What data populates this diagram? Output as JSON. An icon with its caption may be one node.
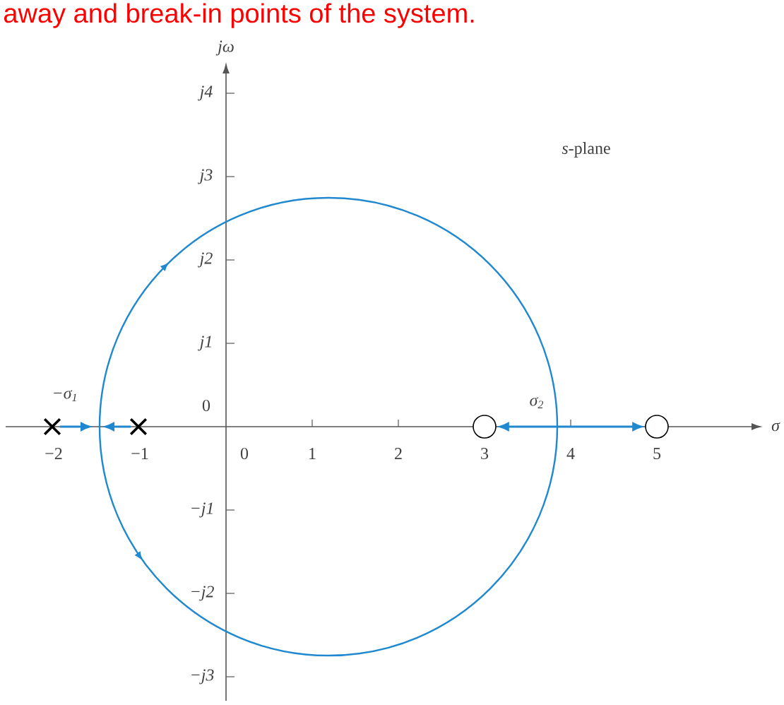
{
  "diagram": {
    "title": "away and break-in points of the system.",
    "nodes": [
      {
        "text": [],
        "shape": "cross"
      },
      {
        "text": [],
        "shape": "cross"
      },
      {
        "text": [],
        "shape": "circle"
      },
      {
        "text": [],
        "shape": "circle"
      }
    ],
    "edges": [
      {
        "from": 0,
        "to": null,
        "arrow": "to"
      },
      {
        "from": 1,
        "to": null,
        "arrow": "to"
      },
      {
        "from": null,
        "to": 2,
        "arrow": "to"
      },
      {
        "from": null,
        "to": 3,
        "arrow": "to"
      }
    ],
    "labels": [
      "jω",
      "j4",
      "j3",
      "*s*-plane",
      "j2",
      "j1",
      "−σ$_{1}$",
      "0",
      "σ$_{2}$",
      "σ",
      "−2",
      "−1",
      "0",
      "1",
      "2",
      "3",
      "4",
      "5",
      "−j1",
      "−j2",
      "−j3"
    ]
  }
}
